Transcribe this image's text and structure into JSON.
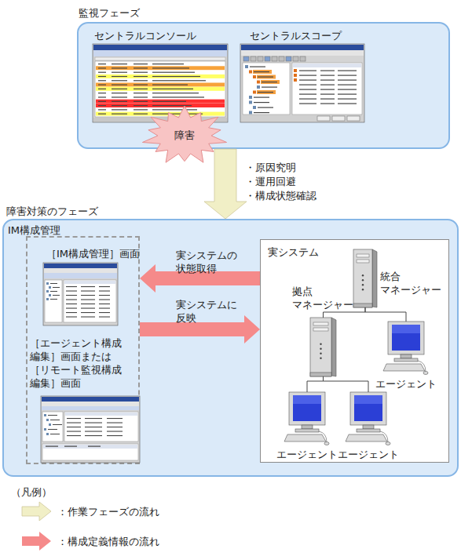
{
  "diagram": {
    "nodes": [
      {
        "text": [
          "監視フェーズ"
        ]
      },
      {
        "text": [
          "セントラルコンソール"
        ],
        "in": 0
      },
      {
        "text": [
          "セントラルスコープ"
        ],
        "in": 0
      },
      {
        "text": [
          "障害"
        ],
        "in": 0
      },
      {
        "text": [
          "障害対策のフェーズ"
        ]
      },
      {
        "text": [
          "IM構成管理"
        ],
        "in": 4
      },
      {
        "text": [
          "［IM構成管理］画面"
        ],
        "in": 5
      },
      {
        "text": [
          "［エージェント構成 編集］画面または ［リモート監視構成 編集］画面"
        ],
        "in": 5
      },
      {
        "text": [
          "実システム"
        ],
        "in": 4
      },
      {
        "text": [
          "統合 マネージャー"
        ],
        "in": 8
      },
      {
        "text": [
          "拠点 マネージャー"
        ],
        "in": 8
      },
      {
        "text": [
          "エージェント"
        ],
        "in": 8
      },
      {
        "text": [
          "エージェント"
        ],
        "in": 8
      },
      {
        "text": [
          "エージェント"
        ],
        "in": 8
      }
    ],
    "edges": [
      {
        "from": 0,
        "to": 4,
        "arrow": "to"
      },
      {
        "from": 8,
        "to": 5,
        "label": "実システムの 状態取得",
        "arrow": "to"
      },
      {
        "from": 5,
        "to": 8,
        "label": "実システムに 反映",
        "arrow": "to"
      },
      {
        "from": 9,
        "to": 10,
        "arrow": "none"
      },
      {
        "from": 9,
        "to": 11,
        "arrow": "none"
      },
      {
        "from": 10,
        "to": 12,
        "arrow": "none"
      },
      {
        "from": 10,
        "to": 13,
        "arrow": "none"
      }
    ],
    "labels": [
      "・原因究明",
      "・運用回避",
      "・構成状態確認",
      "（凡例）"
    ],
    "legend": [
      {
        "text": "：作業フェーズの流れ"
      },
      {
        "text": "：構成定義情報の流れ"
      }
    ]
  }
}
